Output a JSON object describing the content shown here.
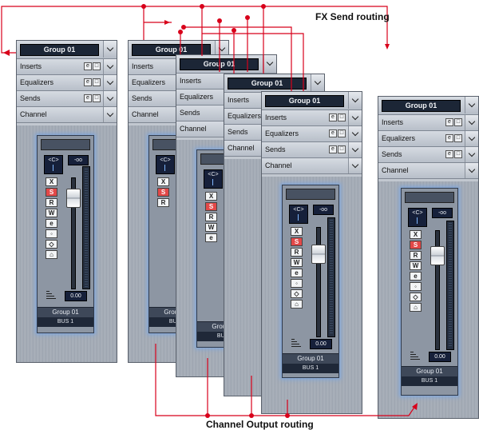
{
  "annotations": {
    "fx_send": "FX Send routing",
    "channel_output": "Channel Output routing"
  },
  "strip": {
    "group_name": "Group 01",
    "inserts": "Inserts",
    "equalizers": "Equalizers",
    "sends": "Sends",
    "channel": "Channel",
    "bus": "BUS 1",
    "pan": "<C>",
    "level": "-oo",
    "fader": "0.00",
    "buttons": [
      "X",
      "S",
      "R",
      "W",
      "e"
    ],
    "section_buttons": [
      "e",
      "□"
    ],
    "sends_buttons": [
      "e",
      "□"
    ]
  },
  "colors": {
    "routing": "#d8001a",
    "glow": "#7fa5d9",
    "name_field": "#1c2636",
    "solo": "#e24848"
  },
  "icons": {
    "collapse": "chevron-down-icon",
    "edit": "edit-icon",
    "bypass": "bypass-icon",
    "fader_cap": "fader-cap-icon",
    "arrow": "arrow-icon"
  }
}
